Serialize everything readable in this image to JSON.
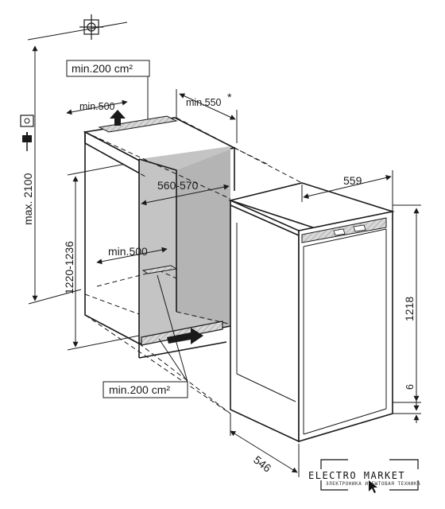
{
  "labels": {
    "max_height": "max. 2100",
    "vent_top_area": "min.200 cm²",
    "vent_top_depth": "min.500",
    "depth_behind": "min.550",
    "depth_behind_mark": "*",
    "niche_width": "560-570",
    "niche_height": "1220-1236",
    "vent_bottom_depth": "min.500",
    "vent_bottom_area": "min.200 cm²",
    "appliance_width": "559",
    "appliance_height": "1218",
    "appliance_depth": "546",
    "plinth_gap": "6"
  },
  "icons": [
    "socket-icon",
    "plug-icon",
    "water-connection-icon",
    "up-arrow-icon",
    "airflow-arrow-icon"
  ],
  "watermark": {
    "title": "ELECTRO MARKET",
    "subtitle": "ЭЛЕКТРОНИКА И БЫТОВАЯ ТЕХНИКА"
  },
  "colors": {
    "line": "#1a1a1a",
    "niche_inside": "#c9c9c9",
    "shadow": "#9a9a9a"
  }
}
